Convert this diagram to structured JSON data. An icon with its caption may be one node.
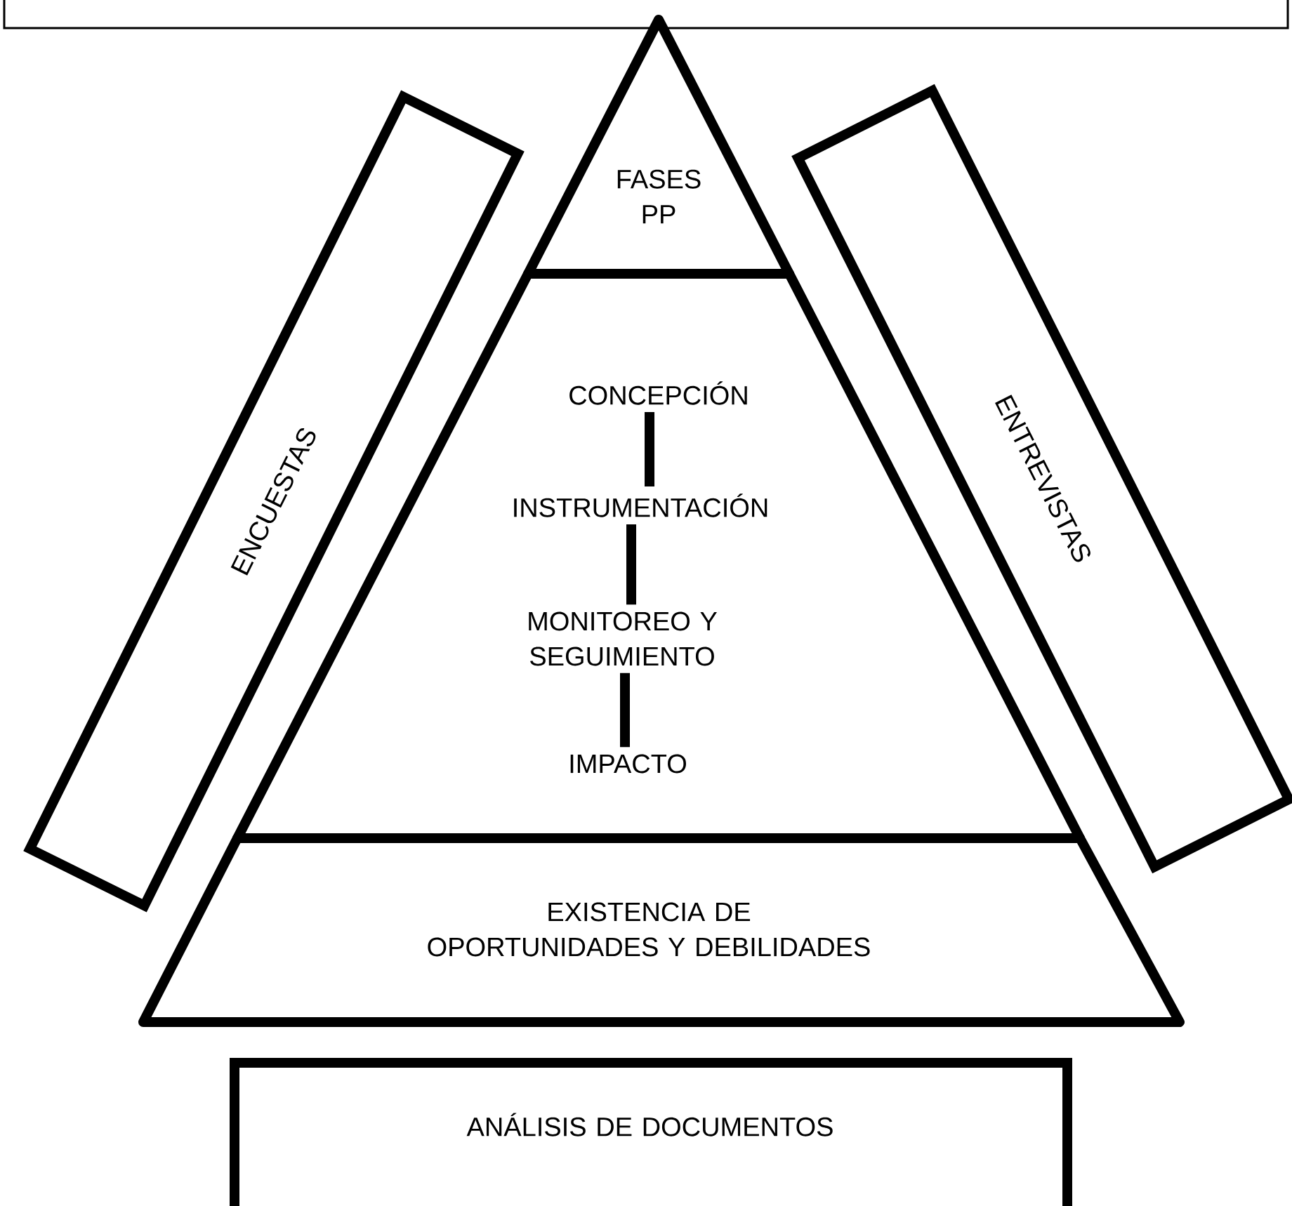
{
  "diagram": {
    "nodes": [
      {
        "text": [
          "FASES PP"
        ]
      },
      {
        "text": [],
        "shape": "band"
      },
      {
        "text": [
          "CONCEPCIÓN"
        ],
        "in": 1
      },
      {
        "text": [
          "INSTRUMENTACIÓN"
        ],
        "in": 1
      },
      {
        "text": [
          "MONITOREO Y SEGUIMIENTO"
        ],
        "in": 1
      },
      {
        "text": [
          "IMPACTO"
        ],
        "in": 1
      },
      {
        "text": [
          "EXISTENCIA DE OPORTUNIDADES Y DEBILIDADES"
        ]
      },
      {
        "text": [
          "ENCUESTAS"
        ]
      },
      {
        "text": [
          "ENTREVISTAS"
        ]
      },
      {
        "text": [
          "ANÁLISIS DE DOCUMENTOS"
        ]
      }
    ],
    "edges": [
      {
        "from": 2,
        "to": 3,
        "arrow": "none"
      },
      {
        "from": 3,
        "to": 4,
        "arrow": "none"
      },
      {
        "from": 4,
        "to": 5,
        "arrow": "none"
      }
    ]
  }
}
